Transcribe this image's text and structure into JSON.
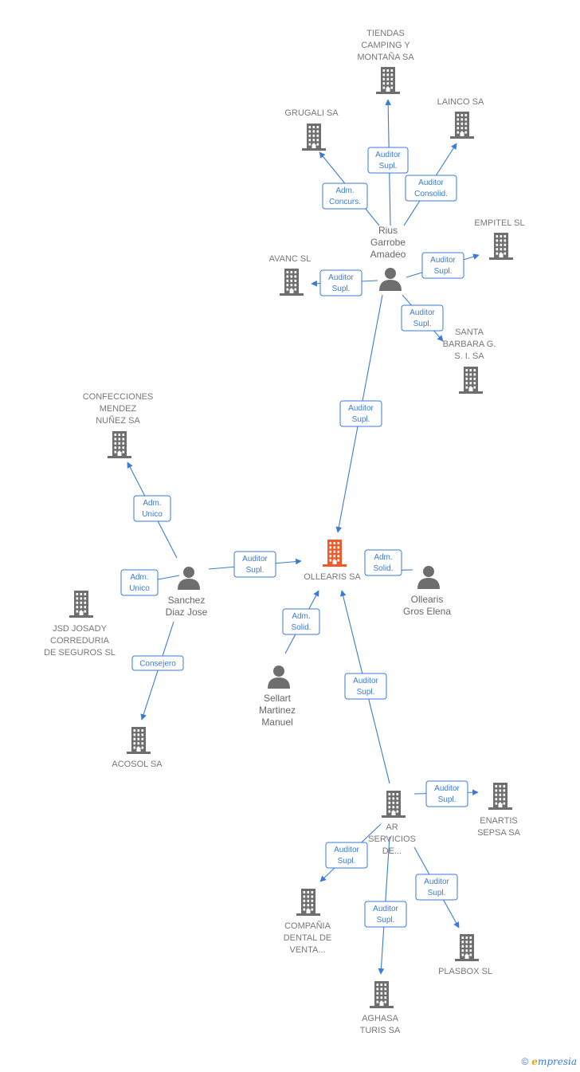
{
  "nodes": {
    "tiendas": {
      "type": "company",
      "lines": [
        "TIENDAS",
        "CAMPING Y",
        "MONTAÑA SA"
      ]
    },
    "grugali": {
      "type": "company",
      "lines": [
        "GRUGALI SA"
      ]
    },
    "lainco": {
      "type": "company",
      "lines": [
        "LAINCO SA"
      ]
    },
    "rius": {
      "type": "person",
      "lines": [
        "Rius",
        "Garrobe",
        "Amadeo"
      ]
    },
    "empitel": {
      "type": "company",
      "lines": [
        "EMPITEL SL"
      ]
    },
    "avanc": {
      "type": "company",
      "lines": [
        "AVANC SL"
      ]
    },
    "santa_barbara": {
      "type": "company",
      "lines": [
        "SANTA",
        "BARBARA G.",
        "S. I. SA"
      ]
    },
    "confecciones": {
      "type": "company",
      "lines": [
        "CONFECCIONES",
        "MENDEZ",
        "NUÑEZ SA"
      ]
    },
    "ollearis": {
      "type": "company-main",
      "lines": [
        "OLLEARIS SA"
      ]
    },
    "sanchez": {
      "type": "person",
      "lines": [
        "Sanchez",
        "Diaz Jose"
      ]
    },
    "ollearis_gros": {
      "type": "person",
      "lines": [
        "Ollearis",
        "Gros Elena"
      ]
    },
    "jsd": {
      "type": "company",
      "lines": [
        "JSD JOSADY",
        "CORREDURIA",
        "DE SEGUROS SL"
      ]
    },
    "sellart": {
      "type": "person",
      "lines": [
        "Sellart",
        "Martinez",
        "Manuel"
      ]
    },
    "acosol": {
      "type": "company",
      "lines": [
        "ACOSOL SA"
      ]
    },
    "ar_servicios": {
      "type": "company",
      "lines": [
        "AR",
        "SERVICIOS",
        "DE..."
      ]
    },
    "enartis": {
      "type": "company",
      "lines": [
        "ENARTIS",
        "SEPSA SA"
      ]
    },
    "compania_dental": {
      "type": "company",
      "lines": [
        "COMPAÑIA",
        "DENTAL DE",
        "VENTA..."
      ]
    },
    "plasbox": {
      "type": "company",
      "lines": [
        "PLASBOX SL"
      ]
    },
    "aghasa": {
      "type": "company",
      "lines": [
        "AGHASA",
        "TURIS SA"
      ]
    }
  },
  "edges": [
    {
      "from": "rius",
      "to": "tiendas",
      "lines": [
        "Auditor",
        "Supl."
      ]
    },
    {
      "from": "rius",
      "to": "grugali",
      "lines": [
        "Adm.",
        "Concurs."
      ]
    },
    {
      "from": "rius",
      "to": "lainco",
      "lines": [
        "Auditor",
        "Consolid."
      ]
    },
    {
      "from": "rius",
      "to": "empitel",
      "lines": [
        "Auditor",
        "Supl."
      ]
    },
    {
      "from": "rius",
      "to": "avanc",
      "lines": [
        "Auditor",
        "Supl."
      ]
    },
    {
      "from": "rius",
      "to": "santa_barbara",
      "lines": [
        "Auditor",
        "Supl."
      ]
    },
    {
      "from": "rius",
      "to": "ollearis",
      "lines": [
        "Auditor",
        "Supl."
      ]
    },
    {
      "from": "sanchez",
      "to": "confecciones",
      "lines": [
        "Adm.",
        "Unico"
      ]
    },
    {
      "from": "sanchez",
      "to": "jsd",
      "lines": [
        "Adm.",
        "Unico"
      ]
    },
    {
      "from": "sanchez",
      "to": "ollearis",
      "lines": [
        "Auditor",
        "Supl."
      ]
    },
    {
      "from": "sanchez",
      "to": "acosol",
      "lines": [
        "Consejero"
      ]
    },
    {
      "from": "ollearis_gros",
      "to": "ollearis",
      "lines": [
        "Adm.",
        "Solid."
      ]
    },
    {
      "from": "sellart",
      "to": "ollearis",
      "lines": [
        "Adm.",
        "Solid."
      ]
    },
    {
      "from": "ar_servicios",
      "to": "ollearis",
      "lines": [
        "Auditor",
        "Supl."
      ]
    },
    {
      "from": "ar_servicios",
      "to": "enartis",
      "lines": [
        "Auditor",
        "Supl."
      ]
    },
    {
      "from": "ar_servicios",
      "to": "compania_dental",
      "lines": [
        "Auditor",
        "Supl."
      ]
    },
    {
      "from": "ar_servicios",
      "to": "plasbox",
      "lines": [
        "Auditor",
        "Supl."
      ]
    },
    {
      "from": "ar_servicios",
      "to": "aghasa",
      "lines": [
        "Auditor",
        "Supl."
      ]
    }
  ],
  "colors": {
    "accent": "#3a7bd5",
    "node_gray": "#6e6e6e",
    "main_node": "#f05a28",
    "label_gray": "#777777"
  },
  "footer": {
    "copyright_symbol": "©",
    "brand_initial": "e",
    "brand_rest": "mpresia"
  }
}
